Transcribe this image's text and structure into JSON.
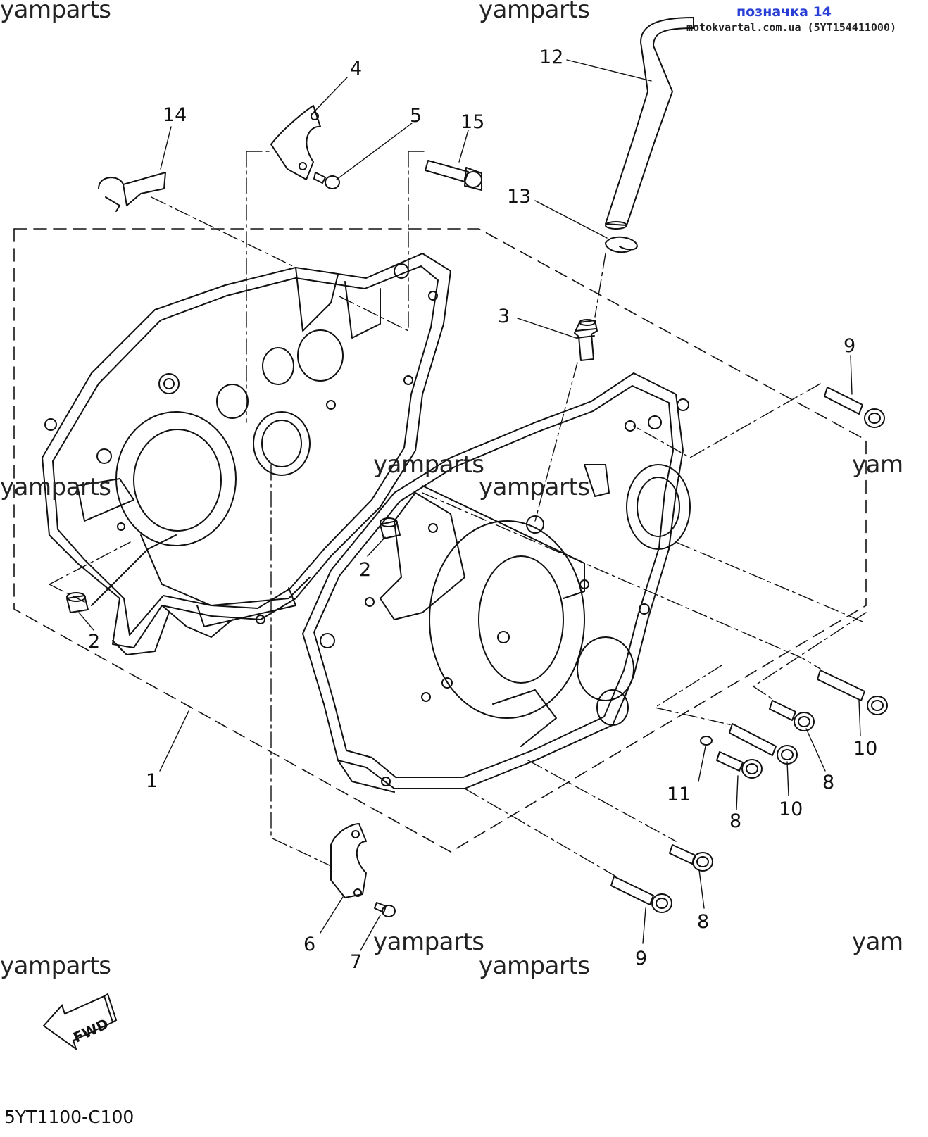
{
  "header": {
    "tag": "позначка 14",
    "source": "motokvartal.com.ua (5YT154411000)"
  },
  "watermark": {
    "text": "yamparts",
    "text_cut": "yam"
  },
  "diagram": {
    "code": "5YT1100-C100",
    "fwd_label": "FWD",
    "callouts": [
      "1",
      "2",
      "2",
      "3",
      "4",
      "5",
      "6",
      "7",
      "8",
      "8",
      "8",
      "9",
      "9",
      "10",
      "10",
      "11",
      "12",
      "13",
      "14",
      "15"
    ]
  },
  "colors": {
    "line": "#111111",
    "tag": "#2a3fd6",
    "background": "#ffffff"
  }
}
